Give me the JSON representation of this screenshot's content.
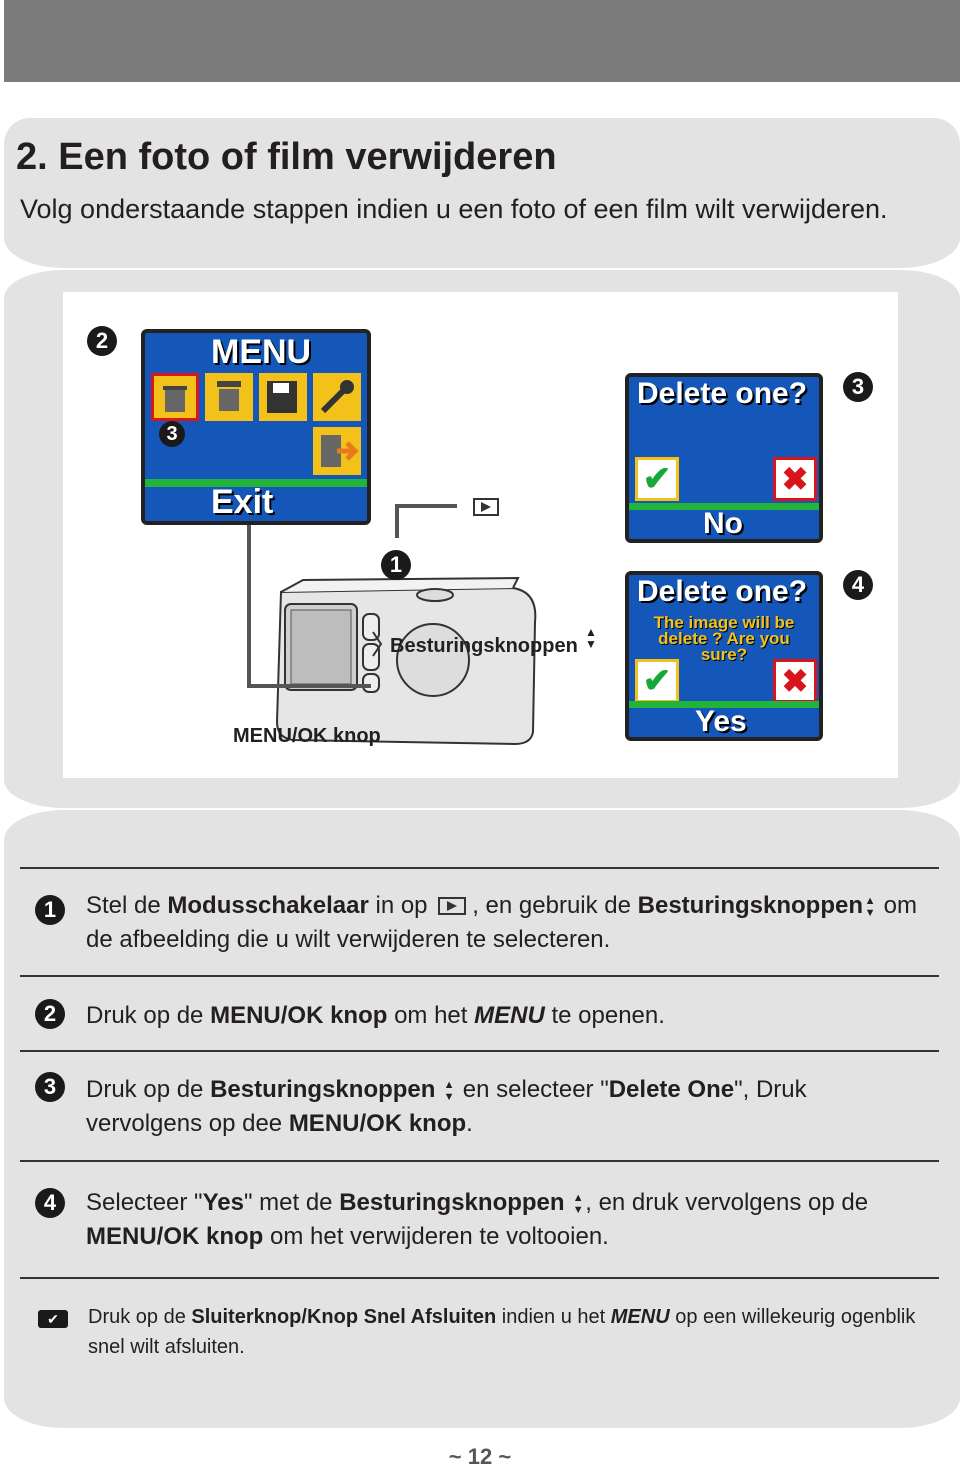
{
  "section": {
    "title": "2. Een foto of film verwijderen",
    "subtitle": "Volg onderstaande stappen indien u een foto of een film wilt verwijderen."
  },
  "figure": {
    "menu_screen": {
      "header": "MENU",
      "footer": "Exit"
    },
    "delete_screen_no": {
      "header": "Delete one?",
      "footer": "No"
    },
    "delete_screen_yes": {
      "header": "Delete one?",
      "message": "The image will be delete ? Are you sure?",
      "footer": "Yes"
    },
    "label_controls": "Besturingsknoppen",
    "label_menu_ok": "MENU/OK knop",
    "markers": {
      "one": "1",
      "two": "2",
      "three": "3",
      "four": "4"
    }
  },
  "steps": [
    {
      "number": "1",
      "parts": [
        "Stel de ",
        "Modusschakelaar",
        " in op ",
        ", en gebruik de ",
        "Besturingsknoppen",
        " om de afbeelding die u wilt verwijderen te selecteren."
      ]
    },
    {
      "number": "2",
      "parts": [
        "Druk op de ",
        "MENU/OK knop",
        " om het ",
        "MENU",
        " te openen."
      ]
    },
    {
      "number": "3",
      "parts": [
        "Druk op de ",
        "Besturingsknoppen",
        " en selecteer \"",
        "Delete One",
        "\", Druk vervolgens op dee ",
        "MENU/OK knop",
        "."
      ]
    },
    {
      "number": "4",
      "parts": [
        "Selecteer \"",
        "Yes",
        "\" met de ",
        "Besturingsknoppen",
        ", en druk vervolgens op de ",
        "MENU/OK knop",
        " om het verwijderen te voltooien."
      ]
    }
  ],
  "note": {
    "parts": [
      "Druk op de ",
      "Sluiterknop/Knop Snel Afsluiten",
      " indien u het ",
      "MENU",
      " op een willekeurig ogenblik snel wilt afsluiten."
    ]
  },
  "footer": {
    "page_number": "~ 12 ~"
  },
  "colors": {
    "screen_blue": "#1457b8",
    "green_bar": "#22b33b",
    "tile_yellow": "#f2c21a",
    "x_red": "#d9141a",
    "panel_grey": "#e3e3e3"
  },
  "icons": [
    "trash-icon",
    "trash-all-icon",
    "floppy-disk-icon",
    "wrench-icon",
    "exit-door-icon",
    "playback-mode-icon",
    "check-icon",
    "x-icon",
    "note-pencil-icon",
    "up-down-arrows-icon"
  ]
}
